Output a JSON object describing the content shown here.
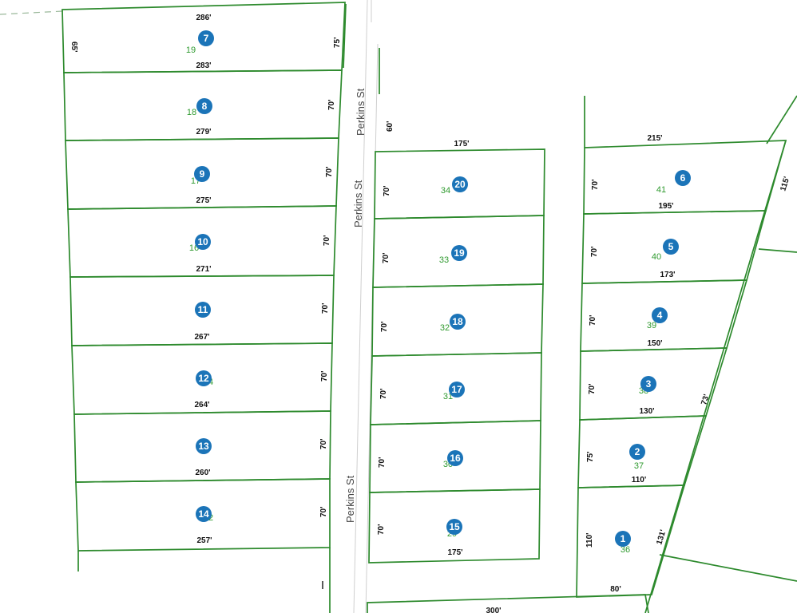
{
  "map": {
    "street_name": "Perkins St",
    "colors": {
      "lot_line": "#2d8a2d",
      "badge": "#1b74b8",
      "address": "#2f9a2f",
      "road_edge": "#cfcfcf"
    },
    "west_lots": [
      {
        "lot": "7",
        "address": "19",
        "top": "286'",
        "bottom": "283'",
        "east": "75'",
        "west": "65'"
      },
      {
        "lot": "8",
        "address": "18",
        "bottom": "279'",
        "east": "70'"
      },
      {
        "lot": "9",
        "address": "17",
        "bottom": "275'",
        "east": "70'"
      },
      {
        "lot": "10",
        "address": "16",
        "bottom": "271'",
        "east": "70'"
      },
      {
        "lot": "11",
        "address": "",
        "bottom": "267'",
        "east": "70'"
      },
      {
        "lot": "12",
        "address": "4",
        "bottom": "264'",
        "east": "70'"
      },
      {
        "lot": "13",
        "address": "",
        "bottom": "260'",
        "east": "70'"
      },
      {
        "lot": "14",
        "address": "2",
        "bottom": "257'",
        "east": "70'"
      }
    ],
    "middle_lots": [
      {
        "lot": "20",
        "address": "34",
        "west": "70'",
        "top": "175'"
      },
      {
        "lot": "19",
        "address": "33",
        "west": "70'"
      },
      {
        "lot": "18",
        "address": "32",
        "west": "70'"
      },
      {
        "lot": "17",
        "address": "31",
        "west": "70'"
      },
      {
        "lot": "16",
        "address": "30",
        "west": "70'"
      },
      {
        "lot": "15",
        "address": "29",
        "west": "70'",
        "bottom": "175'"
      }
    ],
    "east_lots": [
      {
        "lot": "6",
        "address": "41",
        "top": "215'",
        "bottom": "195'",
        "west": "70'"
      },
      {
        "lot": "5",
        "address": "40",
        "bottom": "173'",
        "west": "70'"
      },
      {
        "lot": "4",
        "address": "39",
        "bottom": "150'",
        "west": "70'"
      },
      {
        "lot": "3",
        "address": "38",
        "bottom": "130'",
        "west": "70'"
      },
      {
        "lot": "2",
        "address": "37",
        "bottom": "110'",
        "west": "75'"
      },
      {
        "lot": "1",
        "address": "36",
        "bottom": "80'",
        "west": "110'"
      }
    ],
    "other_dims": {
      "street_width": "60'",
      "east_side_upper": "115'",
      "east_side_mid": "73'",
      "east_side_lower": "131'",
      "south_parcel": "300'"
    }
  }
}
